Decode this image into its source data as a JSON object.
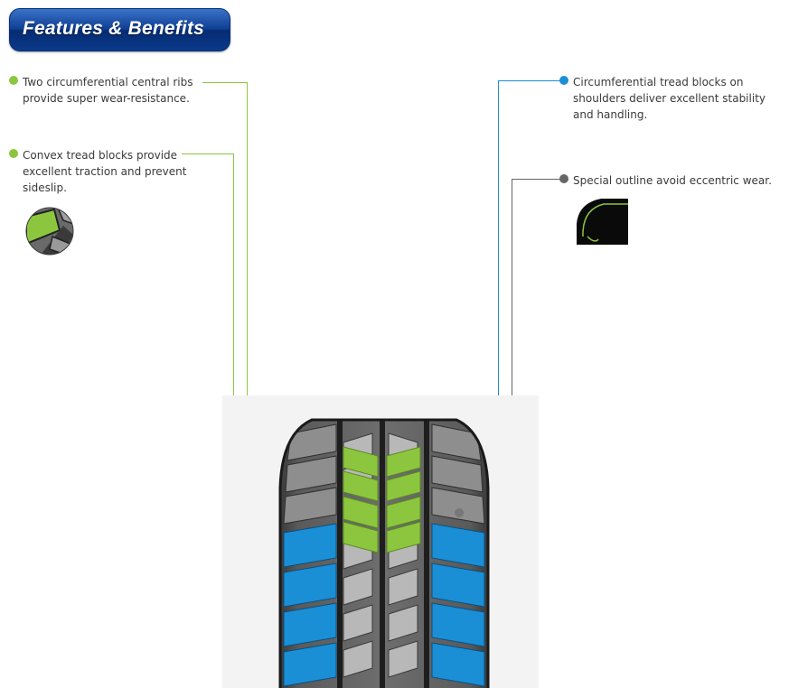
{
  "header": {
    "title": "Features & Benefits"
  },
  "colors": {
    "green": "#8cc63f",
    "blue": "#1a8fd6",
    "gray": "#666666",
    "banner": "#0f3f93"
  },
  "features": [
    {
      "text": "Two circumferential central ribs provide super wear-resistance."
    },
    {
      "text": "Convex tread blocks provide excellent traction and prevent sideslip."
    },
    {
      "text": "Circumferential tread blocks on shoulders deliver excellent stability and handling."
    },
    {
      "text": "Special outline avoid eccentric wear."
    }
  ]
}
